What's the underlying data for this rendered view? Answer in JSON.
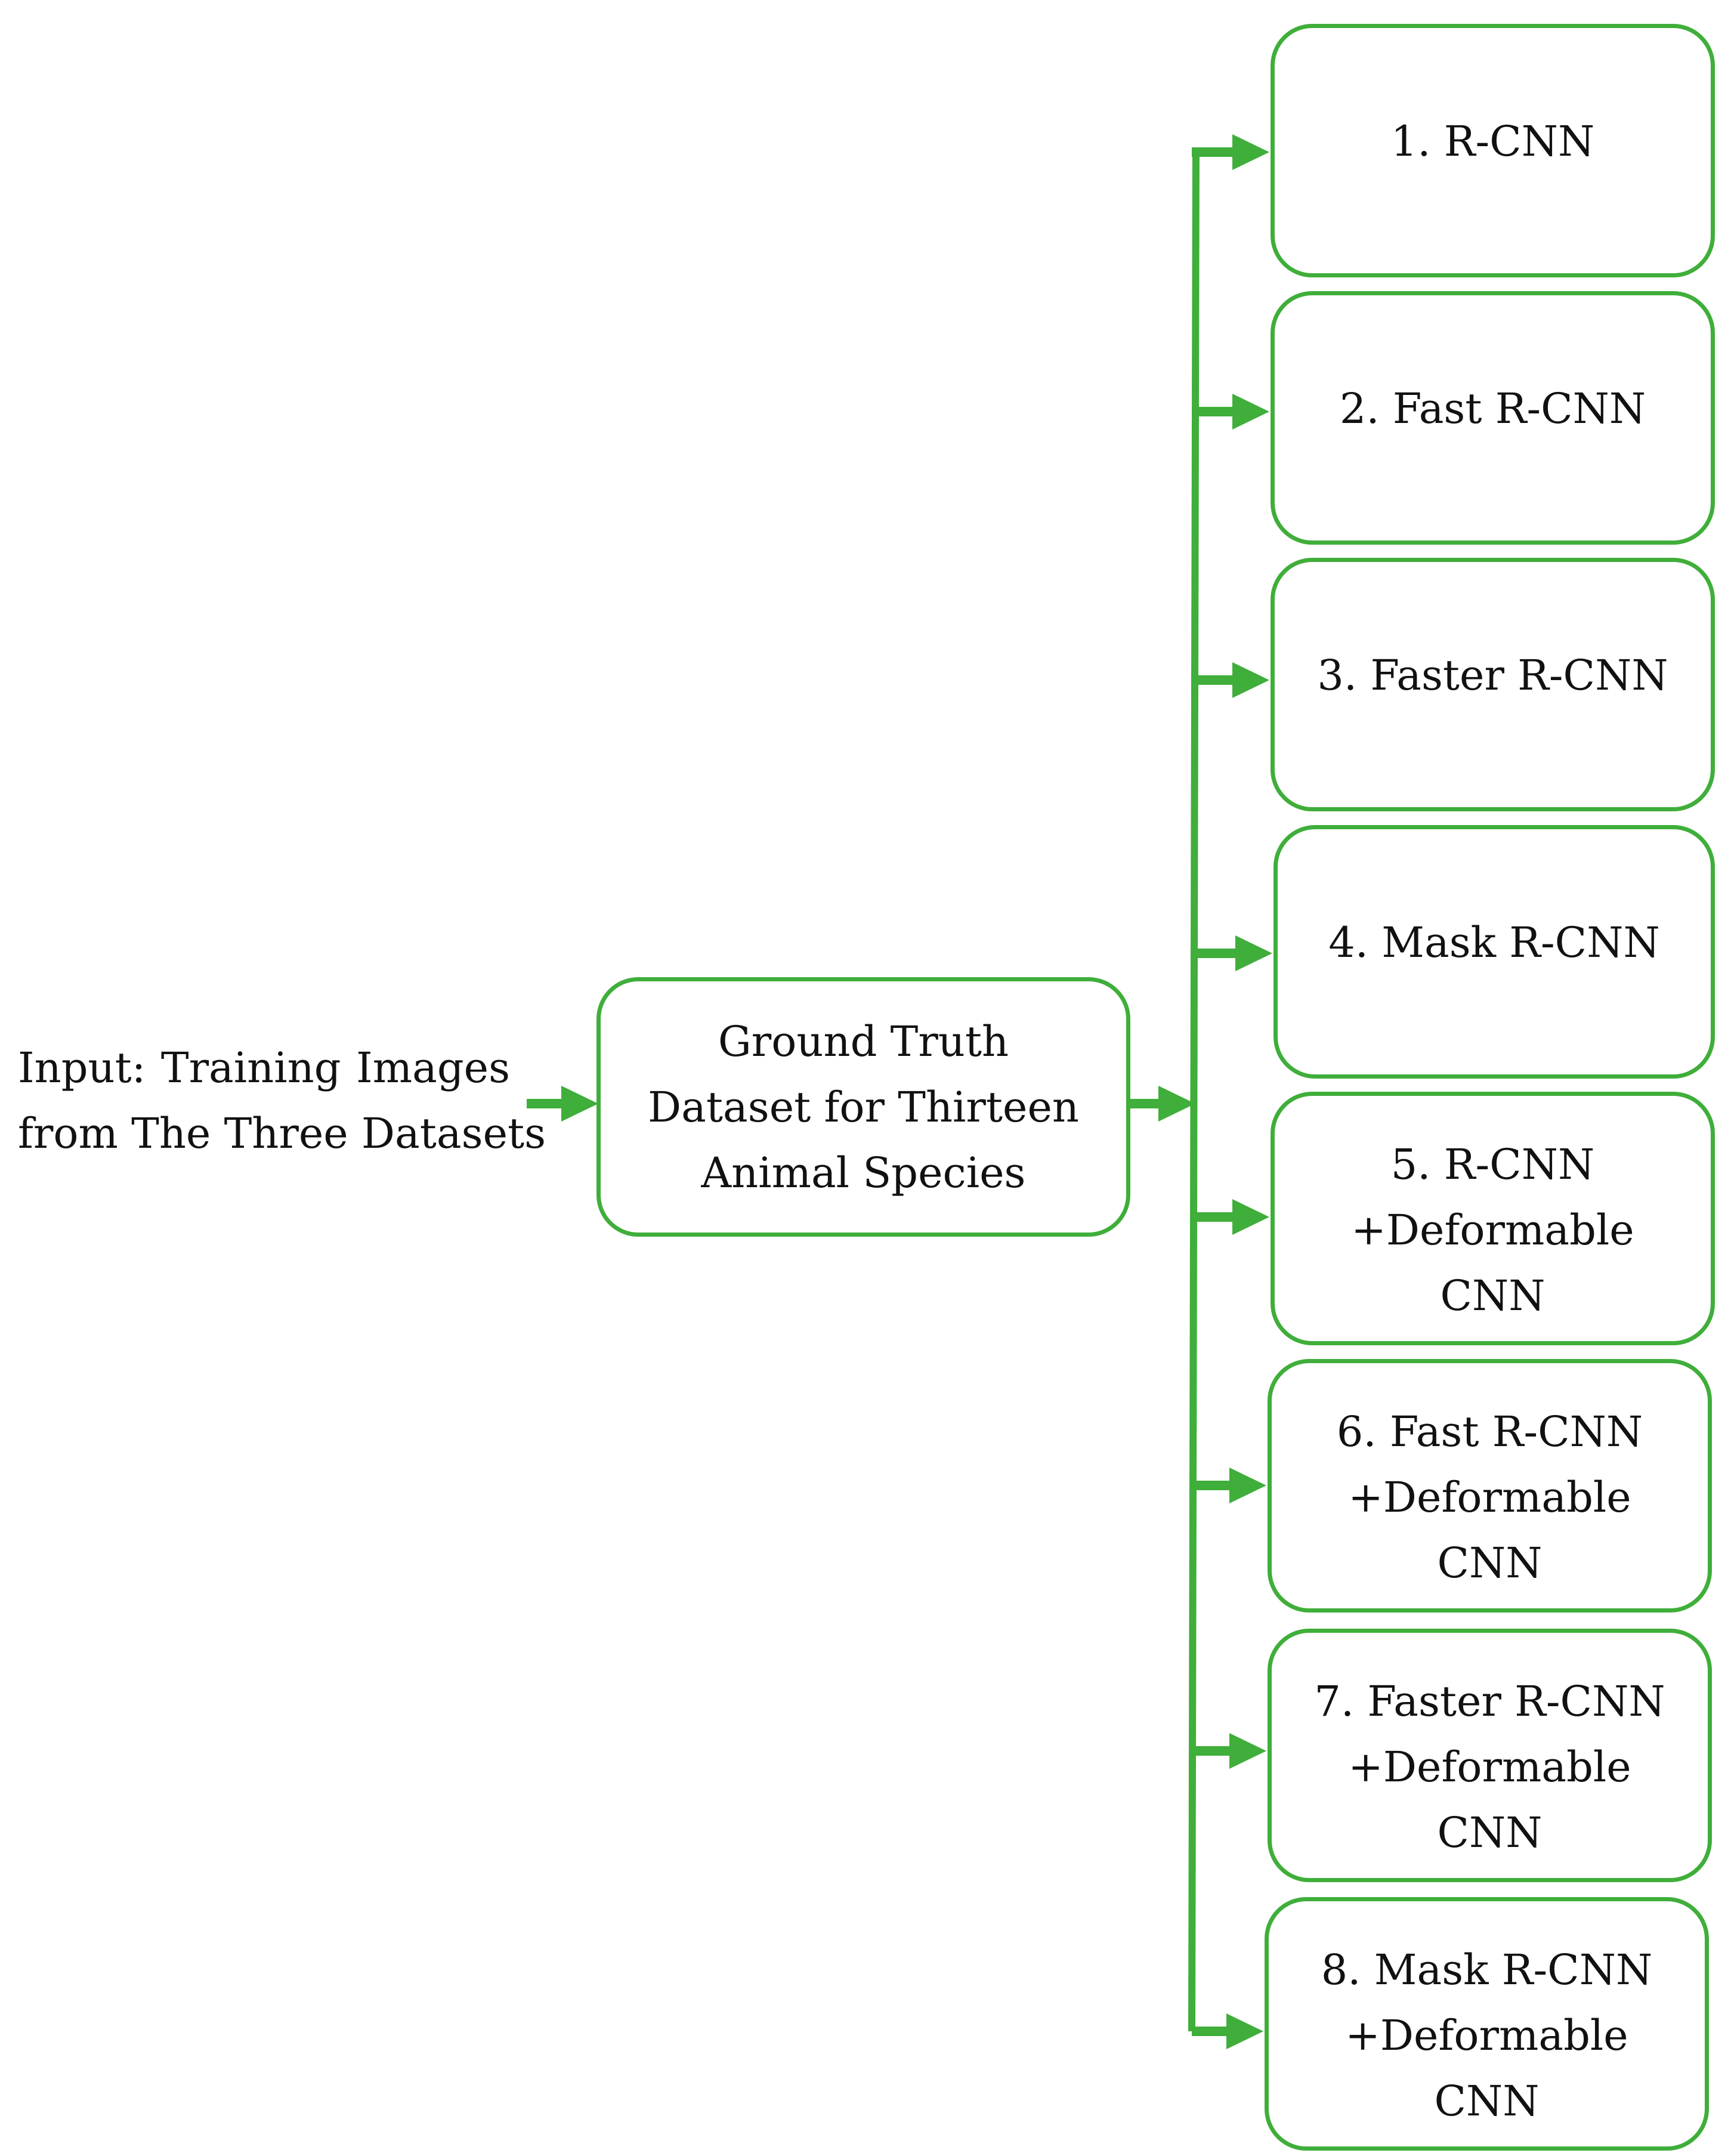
{
  "diagram": {
    "input": {
      "line1_words": [
        "Input:",
        "Training",
        "Images"
      ],
      "line2": "from The Three Datasets"
    },
    "ground_truth": {
      "lines": [
        "Ground Truth",
        "Dataset for Thirteen",
        "Animal Species"
      ]
    },
    "models": [
      {
        "lines": [
          "1. R-CNN"
        ]
      },
      {
        "lines": [
          "2. Fast R-CNN"
        ]
      },
      {
        "lines": [
          "3. Faster R-CNN"
        ]
      },
      {
        "lines": [
          "4. Mask R-CNN"
        ]
      },
      {
        "lines": [
          "5. R-CNN",
          "+Deformable",
          "CNN"
        ]
      },
      {
        "lines": [
          "6. Fast R-CNN",
          "+Deformable",
          "CNN"
        ]
      },
      {
        "lines": [
          "7. Faster R-CNN",
          "+Deformable",
          "CNN"
        ]
      },
      {
        "lines": [
          "8. Mask R-CNN",
          "+Deformable",
          "CNN"
        ]
      }
    ],
    "colors": {
      "accent_green": "#3fae3a",
      "text": "#111111",
      "background": "#ffffff"
    }
  }
}
